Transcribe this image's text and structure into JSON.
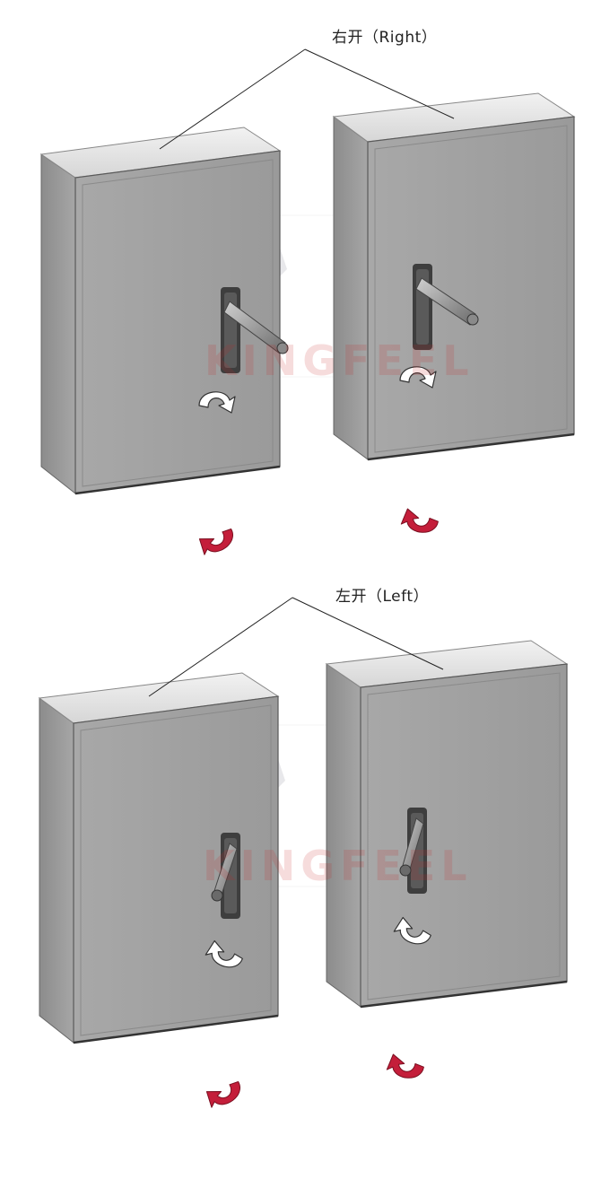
{
  "labels": {
    "right": "右开（Right）",
    "left": "左开（Left）"
  },
  "watermark": {
    "text": "KINGFEEL",
    "color": "#c82828"
  },
  "colors": {
    "panel": "#a2a2a2",
    "door": "#9c9c9c",
    "top": "#e8e8e8",
    "arrow_white": "#ffffff",
    "arrow_red": "#c41e3a",
    "line": "#222222"
  },
  "cabinets": [
    {
      "group": "right",
      "side": "left",
      "handle": "diagonal",
      "arrow": "cw"
    },
    {
      "group": "right",
      "side": "right",
      "handle": "diagonal",
      "arrow": "cw"
    },
    {
      "group": "left",
      "side": "left",
      "handle": "lowered",
      "arrow": "ccw"
    },
    {
      "group": "left",
      "side": "right",
      "handle": "lowered",
      "arrow": "ccw"
    }
  ],
  "icons": [
    "rotation-arrow-icon",
    "watermark-logo-icon"
  ]
}
